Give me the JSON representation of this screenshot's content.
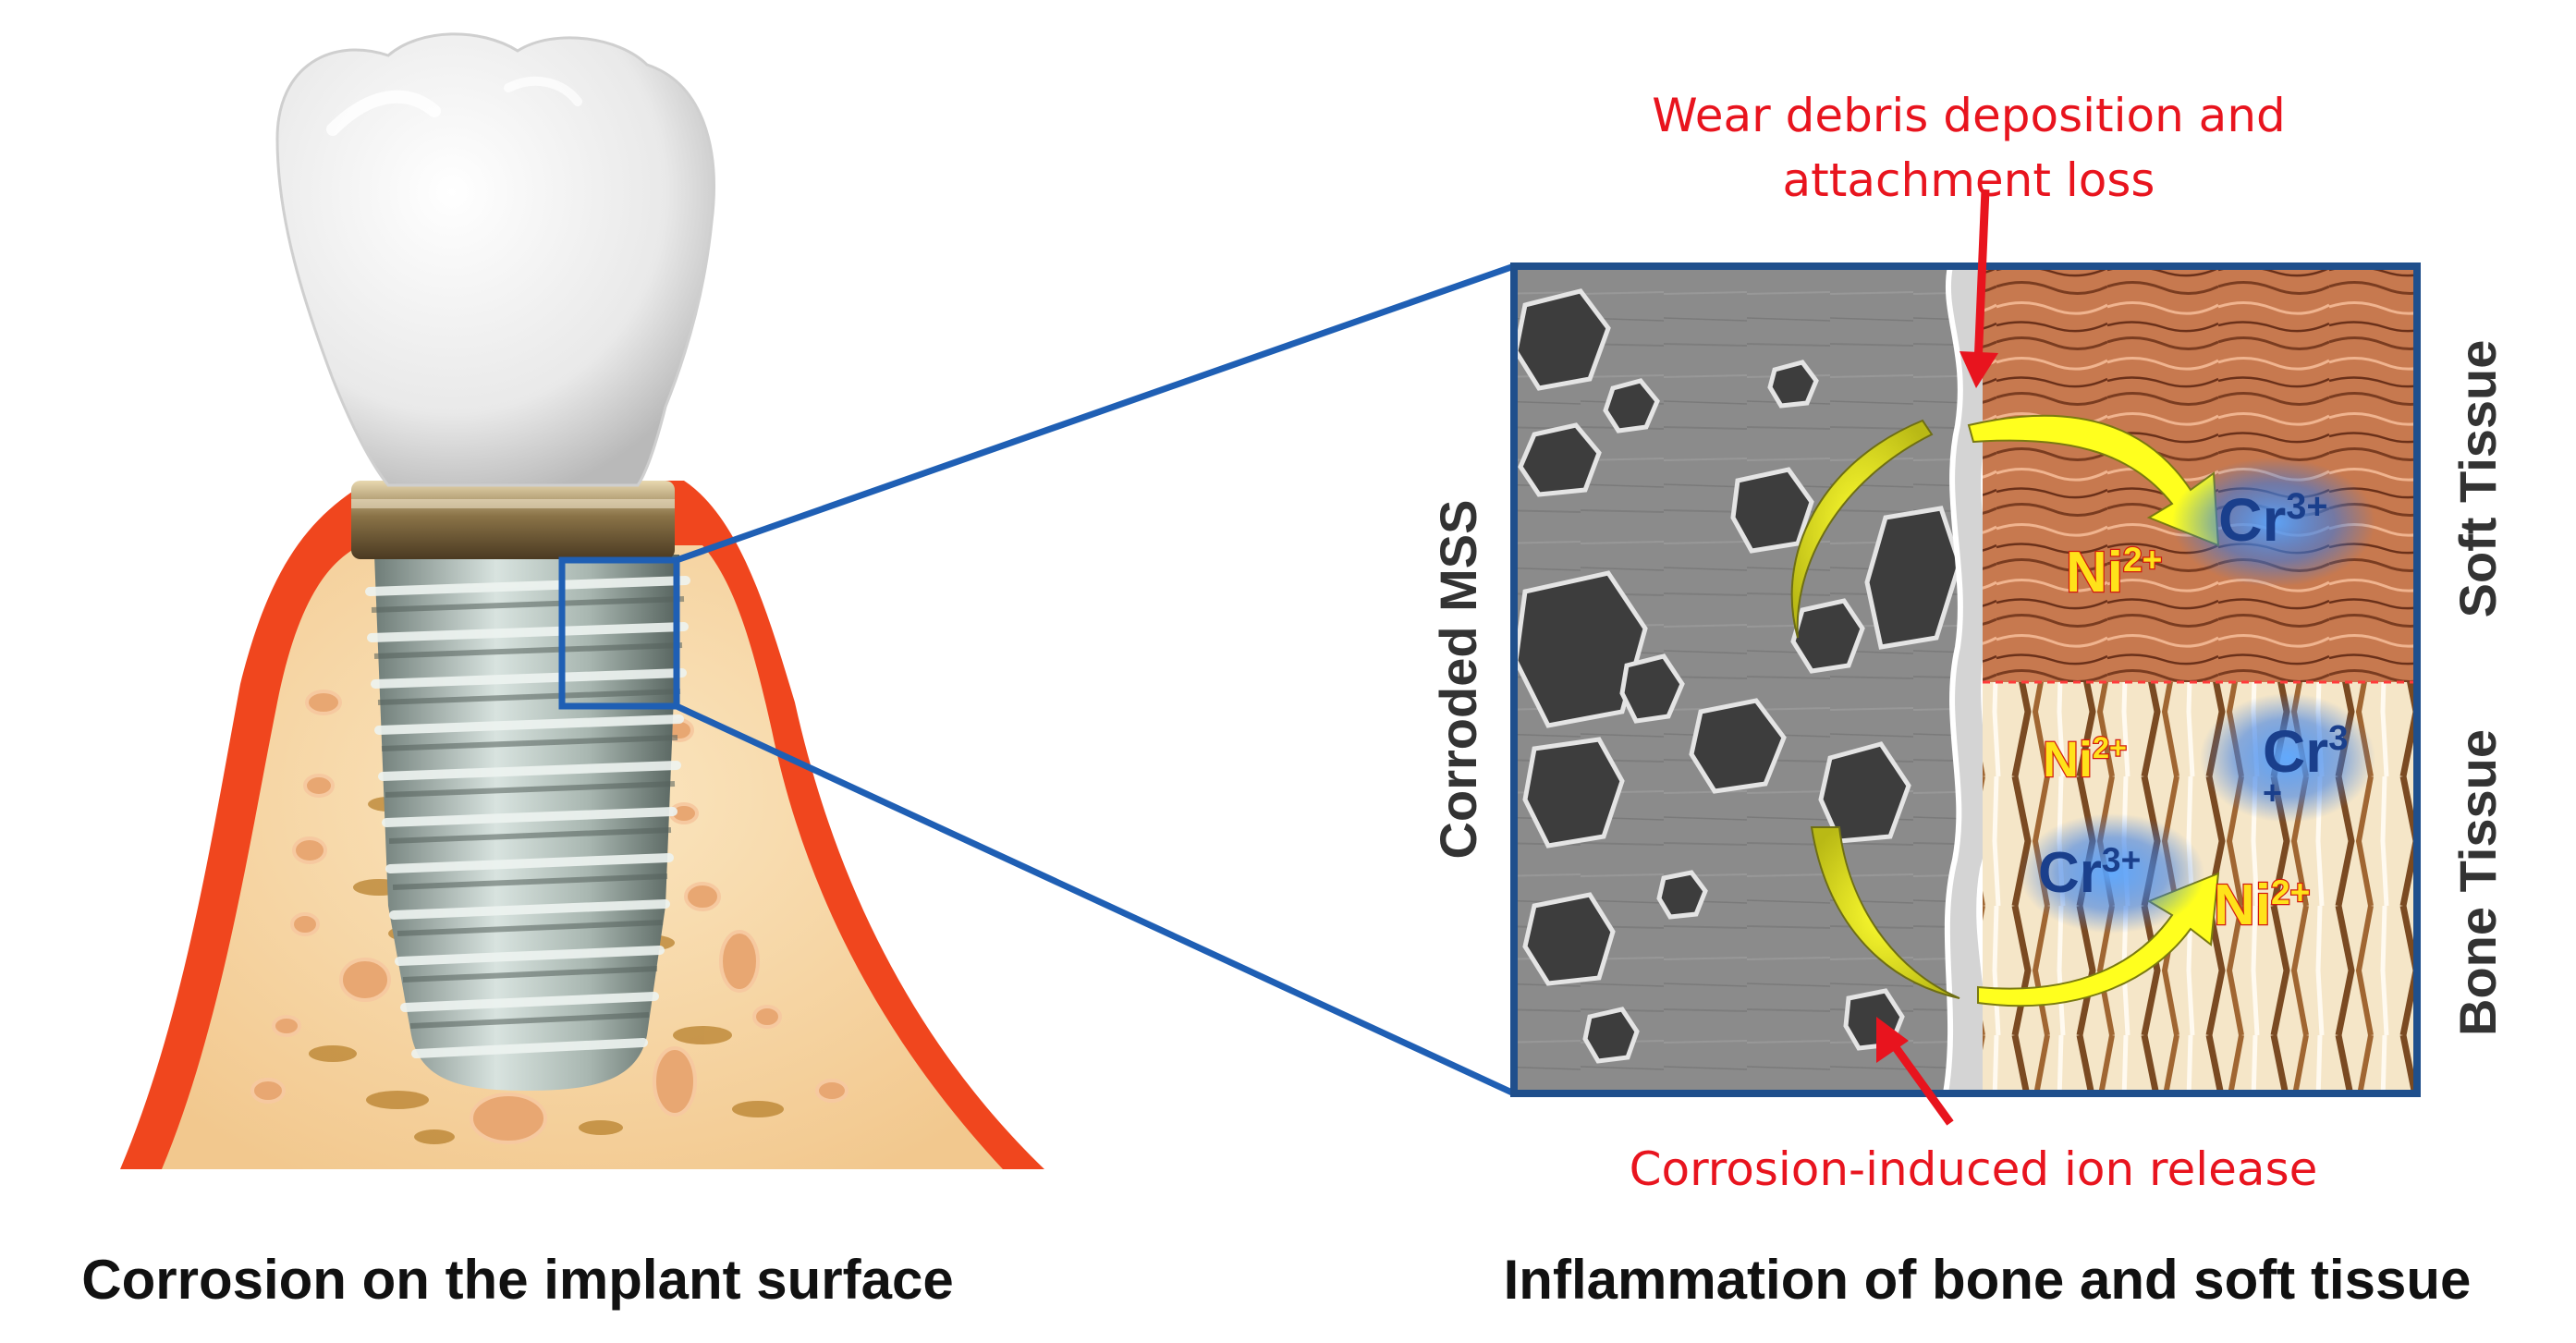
{
  "captions": {
    "left": "Corrosion on the implant surface",
    "right": "Inflammation of bone and soft tissue"
  },
  "annotations": {
    "wear_line1": "Wear debris deposition and",
    "wear_line2": "attachment loss",
    "corrosion_release": "Corrosion-induced ion release"
  },
  "side_labels": {
    "left": "Corroded MSS",
    "soft": "Soft Tissue",
    "bone": "Bone Tissue"
  },
  "ions": {
    "soft_ni": {
      "base": "Ni",
      "charge": "2+"
    },
    "soft_cr": {
      "base": "Cr",
      "charge": "3+"
    },
    "bone_ni_top": {
      "base": "Ni",
      "charge": "2+"
    },
    "bone_cr_top": {
      "base": "Cr",
      "charge": "3",
      "trailing": "+"
    },
    "bone_cr_mid": {
      "base": "Cr",
      "charge": "3+"
    },
    "bone_ni_mid": {
      "base": "Ni",
      "charge": "2+"
    }
  },
  "colors": {
    "annotation_red": "#e8141e",
    "frame_blue": "#1f5fb4",
    "gum_red": "#f0461e",
    "bone_fill": "#f7dcaa",
    "soft_tissue": "#c8754a",
    "arrow_yellow": "#ffff00",
    "ni_fill": "#ffe21a",
    "cr_fill": "#1a3f8c"
  }
}
